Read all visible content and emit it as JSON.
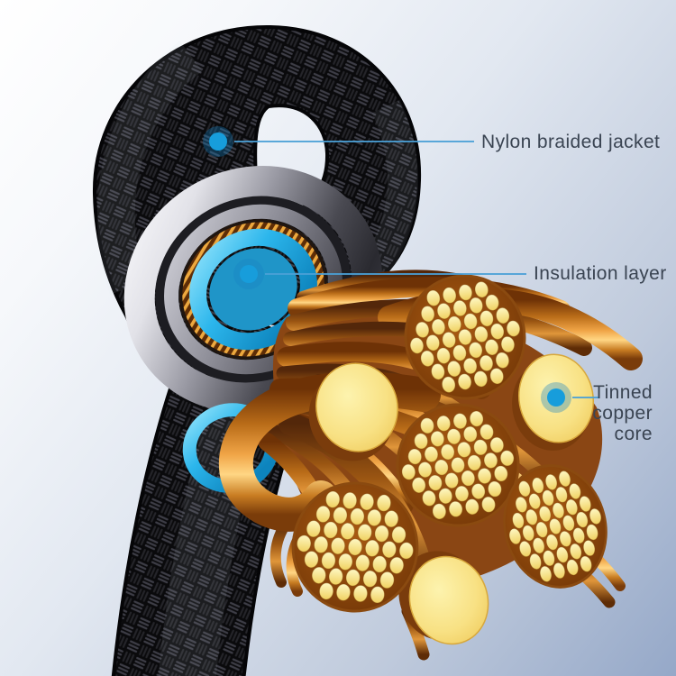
{
  "illustration": {
    "subject": "cable-cutaway",
    "annotations": [
      {
        "id": "jacket",
        "label": "Nylon braided jacket"
      },
      {
        "id": "insulation",
        "label": "Insulation layer"
      },
      {
        "id": "core",
        "label": "Tinned copper core"
      }
    ],
    "colors": {
      "background_start": "#ffffff",
      "background_end": "#95a8c8",
      "label_text": "#3a4452",
      "callout_line": "#4aa0d6",
      "callout_dot": "#179ddb",
      "callout_dot_ring": "rgba(23,130,195,0.35)",
      "braid_black": "#0b0b0d",
      "shield_silver": "#c9c9d2",
      "copper_braid": "#eda83e",
      "insulation_cyan": "#2cb6ec",
      "copper_wire": "#f0a446",
      "strand_yellow": "#f6dc74"
    }
  }
}
